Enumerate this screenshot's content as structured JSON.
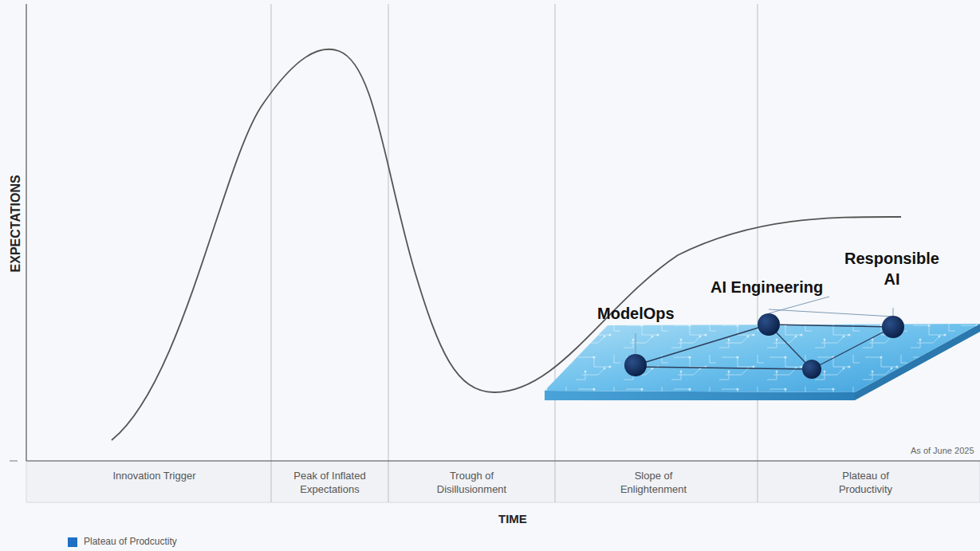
{
  "diagram": {
    "labels": [
      "EXPECTATIONS",
      "TIME",
      "Innovation Trigger",
      "Peak of Inflated Expectations",
      "Trough of Disillusionment",
      "Slope of Enlightenment",
      "Plateau of Productivity",
      "ModelOps",
      "AI Engineering",
      "Responsible AI",
      "As of June 2025"
    ],
    "legend": [
      {
        "text": "Plateau of Prodcuctity",
        "color": "#1f6fc4"
      }
    ]
  }
}
